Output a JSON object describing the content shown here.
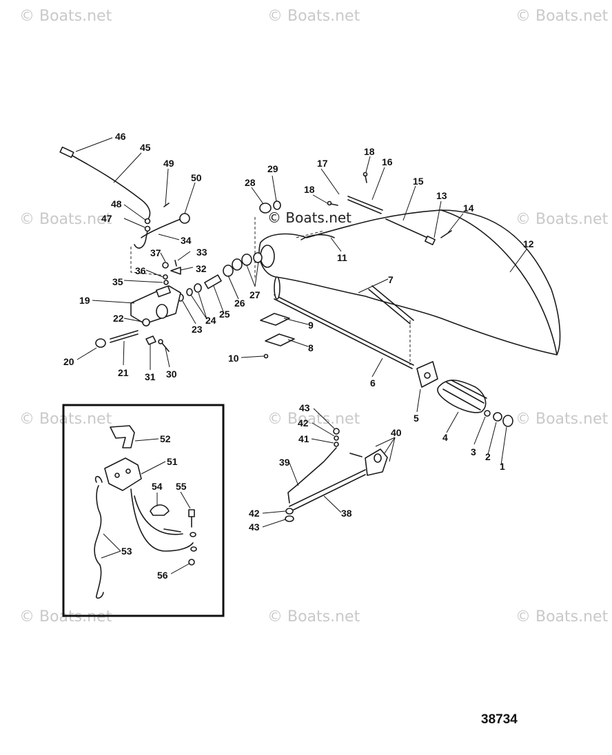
{
  "watermark": "© Boats.net",
  "diagram_number": "38734",
  "callouts": [
    "1",
    "2",
    "3",
    "4",
    "5",
    "6",
    "7",
    "8",
    "9",
    "10",
    "11",
    "12",
    "13",
    "14",
    "15",
    "16",
    "17",
    "18",
    "18",
    "19",
    "20",
    "21",
    "22",
    "23",
    "24",
    "25",
    "26",
    "27",
    "28",
    "29",
    "30",
    "31",
    "32",
    "33",
    "34",
    "35",
    "36",
    "37",
    "38",
    "39",
    "40",
    "41",
    "42",
    "42",
    "43",
    "43",
    "45",
    "46",
    "47",
    "48",
    "49",
    "50",
    "51",
    "52",
    "53",
    "54",
    "55",
    "56"
  ]
}
